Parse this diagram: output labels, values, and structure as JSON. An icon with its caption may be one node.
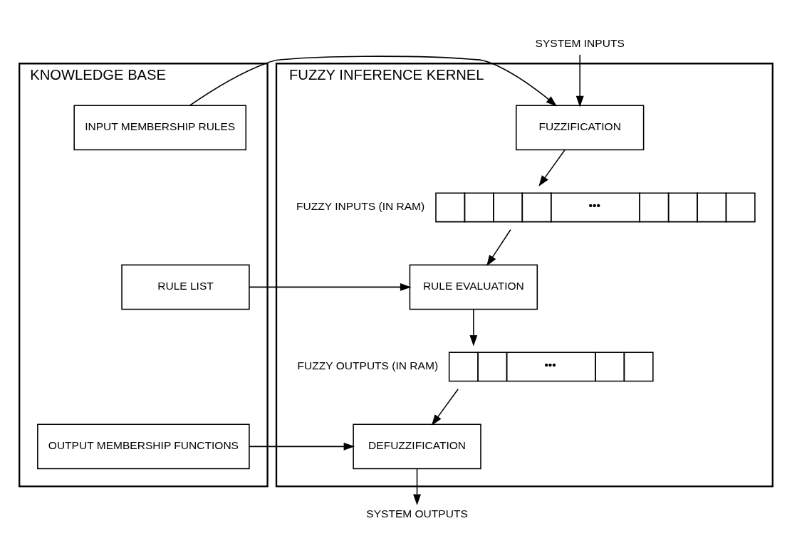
{
  "diagram": {
    "nodes": [
      {
        "text": [
          "KNOWLEDGE BASE"
        ]
      },
      {
        "text": [
          "FUZZY INFERENCE KERNEL"
        ]
      },
      {
        "text": [
          "INPUT MEMBERSHIP RULES"
        ],
        "in": 0
      },
      {
        "text": [
          "RULE LIST"
        ],
        "in": 0
      },
      {
        "text": [
          "OUTPUT MEMBERSHIP FUNCTIONS"
        ],
        "in": 0
      },
      {
        "text": [
          "SYSTEM INPUTS"
        ]
      },
      {
        "text": [
          "FUZZIFICATION"
        ],
        "in": 1
      },
      {
        "text": [
          "•••"
        ],
        "beside": [
          "FUZZY INPUTS (IN RAM)"
        ],
        "in": 1
      },
      {
        "text": [
          "RULE EVALUATION"
        ],
        "in": 1
      },
      {
        "text": [
          "•••"
        ],
        "beside": [
          "FUZZY OUTPUTS (IN RAM)"
        ],
        "in": 1
      },
      {
        "text": [
          "DEFUZZIFICATION"
        ],
        "in": 1
      },
      {
        "text": [
          "SYSTEM OUTPUTS"
        ]
      }
    ],
    "edges": [
      {
        "from": 5,
        "to": 6,
        "arrow": "to"
      },
      {
        "from": 2,
        "to": 6,
        "arrow": "to"
      },
      {
        "from": 6,
        "to": 7,
        "arrow": "to"
      },
      {
        "from": 7,
        "to": 8,
        "arrow": "to"
      },
      {
        "from": 3,
        "to": 8,
        "arrow": "to"
      },
      {
        "from": 8,
        "to": 9,
        "arrow": "to"
      },
      {
        "from": 9,
        "to": 10,
        "arrow": "to"
      },
      {
        "from": 4,
        "to": 10,
        "arrow": "to"
      },
      {
        "from": 10,
        "to": 11,
        "arrow": "to"
      }
    ]
  }
}
